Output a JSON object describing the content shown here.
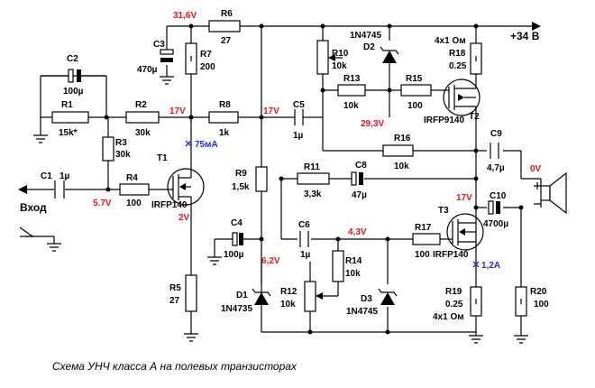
{
  "caption": "Схема УНЧ класса А на полевых транзисторах",
  "supply": "+34 В",
  "input": "Вход",
  "components": {
    "R1": {
      "name": "R1",
      "value": "15k*"
    },
    "R2": {
      "name": "R2",
      "value": "30k"
    },
    "R3": {
      "name": "R3",
      "value": "30k"
    },
    "R4": {
      "name": "R4",
      "value": "100"
    },
    "R5": {
      "name": "R5",
      "value": "27"
    },
    "R6": {
      "name": "R6",
      "value": "27"
    },
    "R7": {
      "name": "R7",
      "value": "200"
    },
    "R8": {
      "name": "R8",
      "value": "1k"
    },
    "R9": {
      "name": "R9",
      "value": "1,5k"
    },
    "R10": {
      "name": "R10",
      "value": "10k"
    },
    "R11": {
      "name": "R11",
      "value": "3,3k"
    },
    "R12": {
      "name": "R12",
      "value": "10k"
    },
    "R13": {
      "name": "R13",
      "value": "10k"
    },
    "R14": {
      "name": "R14",
      "value": "10k"
    },
    "R15": {
      "name": "R15",
      "value": "100"
    },
    "R16": {
      "name": "R16",
      "value": "10k"
    },
    "R17": {
      "name": "R17",
      "value": "100"
    },
    "R18": {
      "name": "R18",
      "value": "0.25",
      "extra": "4x1 Ом"
    },
    "R19": {
      "name": "R19",
      "value": "0.25",
      "extra": "4x1 Ом"
    },
    "R20": {
      "name": "R20",
      "value": "100"
    },
    "C1": {
      "name": "C1",
      "value": "1µ"
    },
    "C2": {
      "name": "C2",
      "value": "100µ"
    },
    "C3": {
      "name": "C3",
      "value": "470µ"
    },
    "C4": {
      "name": "C4",
      "value": "100µ"
    },
    "C5": {
      "name": "C5",
      "value": "1µ"
    },
    "C6": {
      "name": "C6",
      "value": "1µ"
    },
    "C8": {
      "name": "C8",
      "value": "47µ"
    },
    "C9": {
      "name": "C9",
      "value": "4,7µ"
    },
    "C10": {
      "name": "C10",
      "value": "4700µ"
    },
    "D1": {
      "name": "D1",
      "value": "1N4735"
    },
    "D2": {
      "name": "D2",
      "value": "1N4745"
    },
    "D3": {
      "name": "D3",
      "value": "1N4745"
    },
    "T1": {
      "name": "T1",
      "value": "IRFP140"
    },
    "T2": {
      "name": "T2",
      "value": "IRFP9140"
    },
    "T3": {
      "name": "T3",
      "value": "IRFP140"
    }
  },
  "voltages": {
    "v31_6": "31,6V",
    "v17_a": "17V",
    "v17_b": "17V",
    "v5_7": "5.7V",
    "v2": "2V",
    "v29_3": "29,3V",
    "v0": "0V",
    "v17_c": "17V",
    "v4_3": "4,3V",
    "v6_2": "6,2V"
  },
  "currents": {
    "i75": "75мА",
    "i1_2": "1,2A"
  },
  "colors": {
    "voltage": "#e8141c",
    "current": "#2929d6"
  }
}
